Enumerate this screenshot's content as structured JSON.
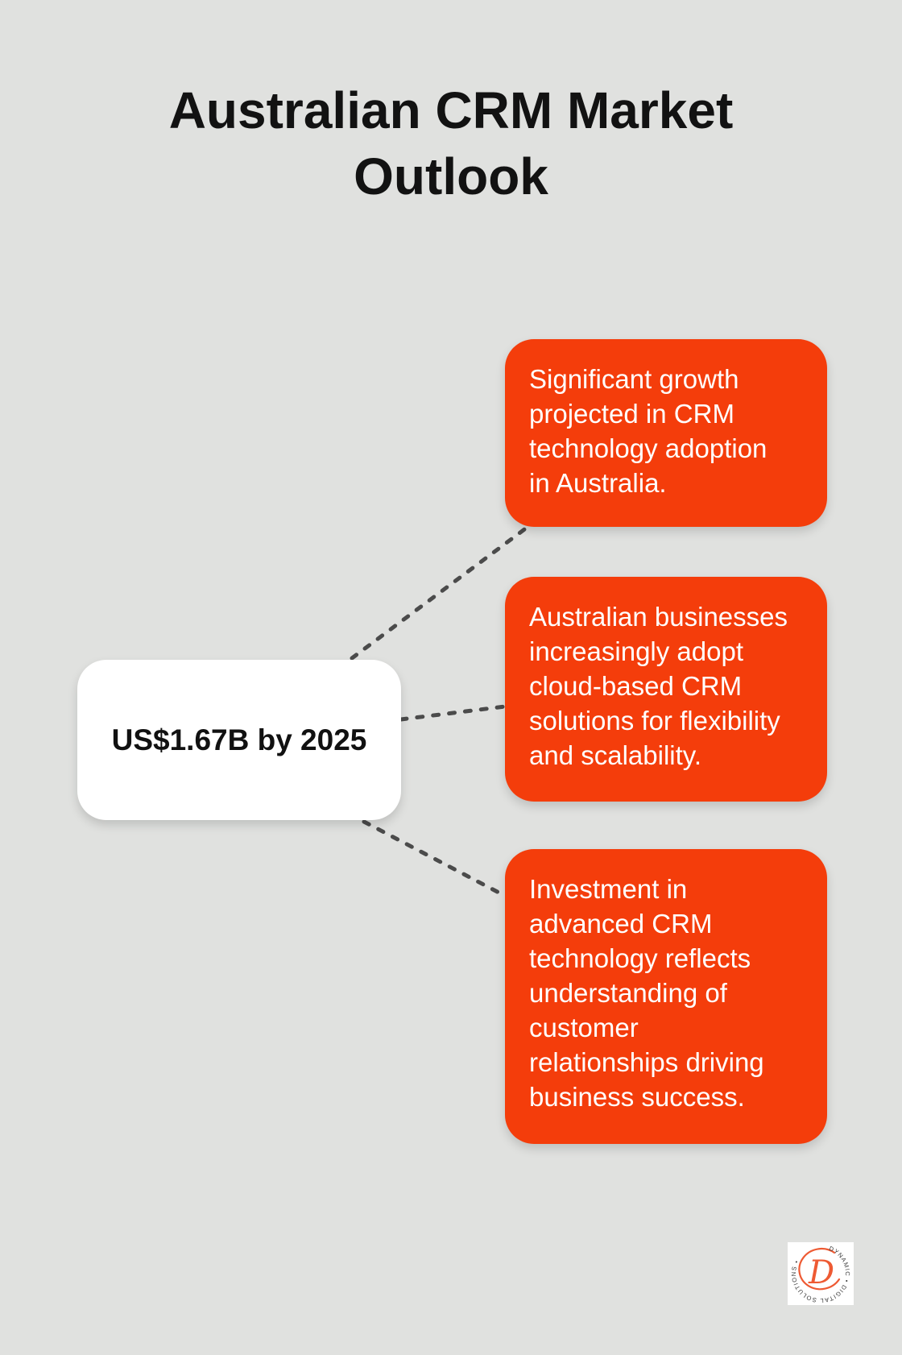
{
  "title": "Australian CRM Market\nOutlook",
  "center_node": {
    "label": "US$1.67B by 2025"
  },
  "branches": [
    {
      "text": "Significant growth\nprojected in CRM\ntechnology adoption\nin Australia."
    },
    {
      "text": "Australian businesses\nincreasingly adopt\ncloud-based CRM\nsolutions for flexibility\nand scalability."
    },
    {
      "text": "Investment in\nadvanced CRM\ntechnology reflects\nunderstanding of\ncustomer\nrelationships driving\nbusiness success."
    }
  ],
  "logo": {
    "initial": "D",
    "circular_text": "DYNAMIC • DIGITAL SOLUTIONS •"
  },
  "colors": {
    "background": "#E0E1DF",
    "branch_box": "#F43D0B",
    "branch_text": "#FFFFFF",
    "center_box": "#FFFFFF",
    "center_text": "#111111",
    "title_text": "#121212",
    "connector": "#4B4B4B",
    "logo_mark": "#EE5A33"
  }
}
